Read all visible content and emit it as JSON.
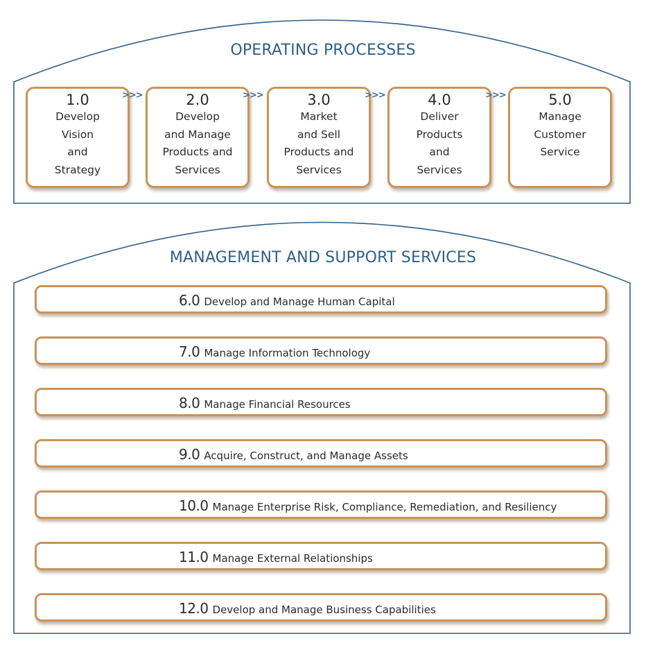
{
  "operating": {
    "title": "OPERATING PROCESSES",
    "flow_connector": ">>>",
    "processes": [
      {
        "number": "1.0",
        "label": "Develop\nVision\nand\nStrategy"
      },
      {
        "number": "2.0",
        "label": "Develop\nand Manage\nProducts and\nServices"
      },
      {
        "number": "3.0",
        "label": "Market\nand Sell\nProducts and\nServices"
      },
      {
        "number": "4.0",
        "label": "Deliver\nProducts\nand\nServices"
      },
      {
        "number": "5.0",
        "label": "Manage\nCustomer\nService"
      }
    ]
  },
  "management": {
    "title": "MANAGEMENT AND SUPPORT SERVICES",
    "services": [
      {
        "number": "6.0",
        "label": "Develop and Manage Human Capital"
      },
      {
        "number": "7.0",
        "label": "Manage Information Technology"
      },
      {
        "number": "8.0",
        "label": "Manage Financial Resources"
      },
      {
        "number": "9.0",
        "label": "Acquire, Construct, and Manage Assets"
      },
      {
        "number": "10.0",
        "label": "Manage Enterprise Risk, Compliance, Remediation, and Resiliency"
      },
      {
        "number": "11.0",
        "label": "Manage External Relationships"
      },
      {
        "number": "12.0",
        "label": "Develop and Manage Business Capabilities"
      }
    ]
  },
  "colors": {
    "frame": "#2f5f86",
    "title": "#2f5f86",
    "box_border": "#c9935a",
    "connector": "#3c6a96"
  }
}
